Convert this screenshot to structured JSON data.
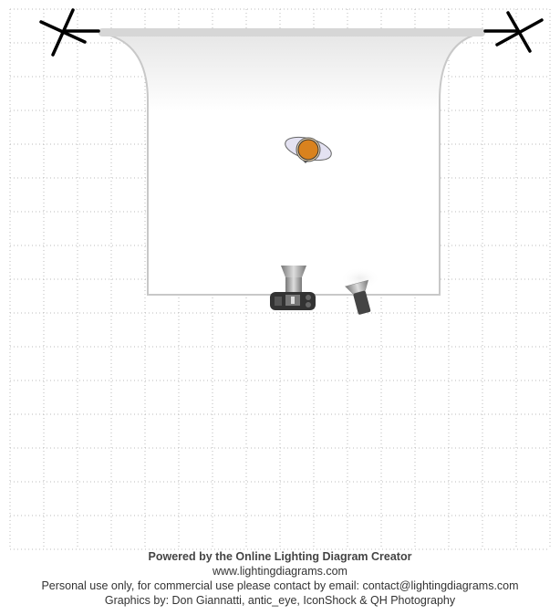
{
  "footer": {
    "powered_by": "Powered by the Online Lighting Diagram Creator",
    "website": "www.lightingdiagrams.com",
    "license": "Personal use only, for commercial use please contact by email: contact@lightingdiagrams.com",
    "credits": "Graphics by: Don Giannatti, antic_eye, IconShock & QH Photography"
  },
  "colors": {
    "grid": "#bbbbbb",
    "subject": "#d9821e",
    "backdrop": "#d8d8d8"
  }
}
